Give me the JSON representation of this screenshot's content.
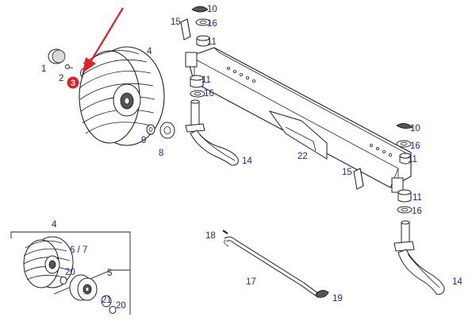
{
  "labels": {
    "l1": "1",
    "l2": "2",
    "l3": "3",
    "l4_top": "4",
    "l4_inset": "4",
    "l5": "5",
    "l67": "6 / 7",
    "l8": "8",
    "l9": "9",
    "l10_top": "10",
    "l10_right": "10",
    "l11_a": "11",
    "l11_b": "11",
    "l11_c": "11",
    "l11_d": "11",
    "l14_left": "14",
    "l14_right": "14",
    "l15_top": "15",
    "l15_mid": "15",
    "l16_top": "16",
    "l16_mid": "16",
    "l16_right": "16",
    "l16_bottom": "16",
    "l17": "17",
    "l18": "18",
    "l19": "19",
    "l20_a": "20",
    "l20_b": "20",
    "l21": "21",
    "l22": "22"
  },
  "colors": {
    "label": "#1a27a8",
    "highlight_badge": "#e31e24",
    "pointer_arrow": "#e31e24",
    "line": "#222222"
  },
  "highlighted_part": "3"
}
